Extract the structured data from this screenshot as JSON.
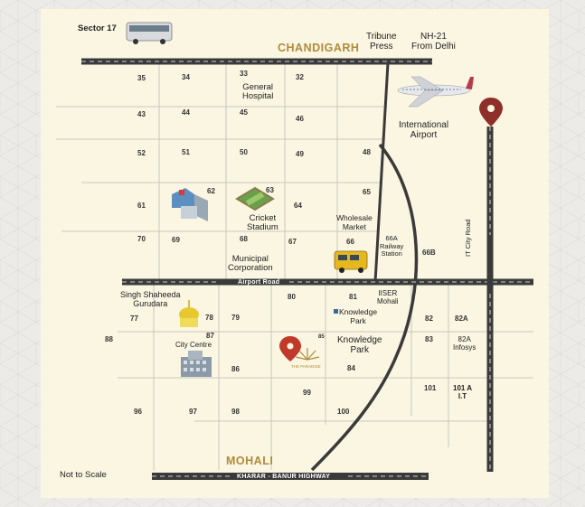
{
  "map": {
    "cities": {
      "top": "CHANDIGARH",
      "bottom": "MOHALI"
    },
    "top_labels": {
      "sector17": "Sector 17",
      "tribune": "Tribune\nPress",
      "nh21": "NH-21\nFrom Delhi",
      "airport": "International\nAirport"
    },
    "roads": {
      "airport_road": "Airport Road",
      "kharar_highway": "KHARAR - BANUR HIGHWAY",
      "it_city_road": "IT City Road"
    },
    "places": {
      "general_hospital": "General\nHospital",
      "cricket_stadium": "Cricket\nStadium",
      "wholesale_market": "Wholesale\nMarket",
      "railway_station": "66A\nRailway\nStation",
      "municipal_corporation": "Municipal\nCorporation",
      "gurudara": "Singh Shaheeda\nGurudara",
      "city_centre": "City Centre",
      "iiser": "IISER\nMohali",
      "knowledge_park_small": "Knowledge\nPark",
      "knowledge_park": "Knowledge\nPark",
      "infosys": "82A\nInfosys",
      "it_101a": "101 A\nI.T",
      "paradise": "THE PARADISE",
      "not_to_scale": "Not to Scale"
    },
    "sectors": {
      "s35": "35",
      "s34": "34",
      "s33": "33",
      "s32": "32",
      "s43": "43",
      "s44": "44",
      "s45": "45",
      "s46": "46",
      "s52": "52",
      "s51": "51",
      "s50": "50",
      "s49": "49",
      "s48": "48",
      "s61": "61",
      "s62": "62",
      "s63": "63",
      "s64": "64",
      "s65": "65",
      "s70": "70",
      "s69": "69",
      "s68": "68",
      "s67": "67",
      "s66": "66",
      "s66b": "66B",
      "s77": "77",
      "s78": "78",
      "s79": "79",
      "s80": "80",
      "s81": "81",
      "s82": "82",
      "s82a": "82A",
      "s88": "88",
      "s87": "87",
      "s85": "85",
      "s83": "83",
      "s86": "86",
      "s84": "84",
      "s99": "99",
      "s101": "101",
      "s96": "96",
      "s97": "97",
      "s98": "98",
      "s100": "100"
    },
    "colors": {
      "road": "#3a3a3a",
      "panel": "#faf6e2",
      "city_text": "#b08a3a",
      "pin": "#c0392b"
    }
  }
}
